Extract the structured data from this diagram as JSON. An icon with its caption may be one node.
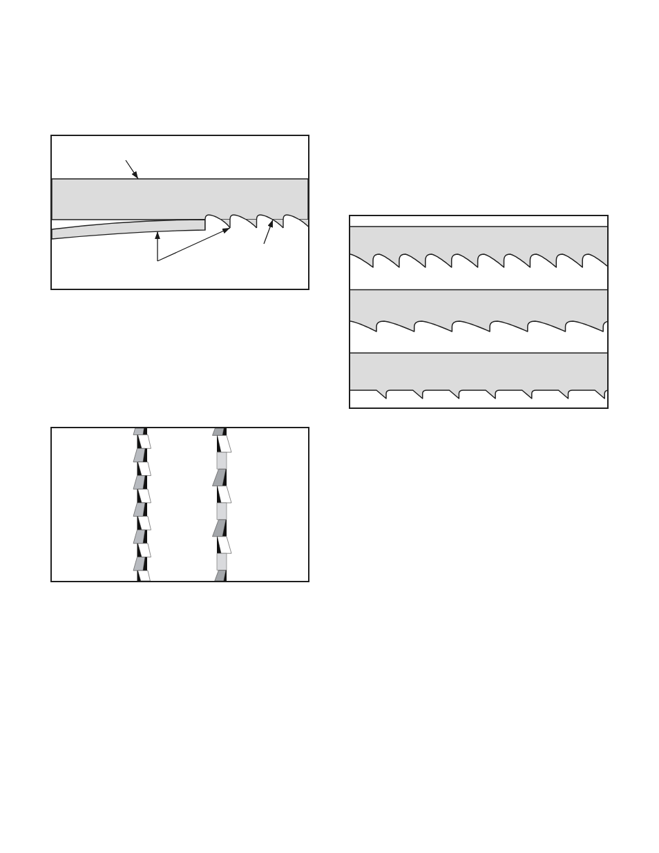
{
  "diagram": {
    "nodes": [
      {
        "text": [],
        "shape": "bar"
      },
      {
        "text": [],
        "shape": "bar"
      },
      {
        "text": [],
        "shape": "picture"
      },
      {
        "text": [],
        "shape": "picture"
      },
      {
        "text": [],
        "shape": "picture"
      },
      {
        "text": [],
        "shape": "picture"
      }
    ],
    "edges": [
      {
        "from": null,
        "to": 0,
        "arrow": "to"
      },
      {
        "from": null,
        "to": 1,
        "arrow": "to"
      },
      {
        "from": null,
        "to": 2,
        "arrow": "to"
      },
      {
        "from": null,
        "to": 4,
        "arrow": "to"
      }
    ]
  }
}
